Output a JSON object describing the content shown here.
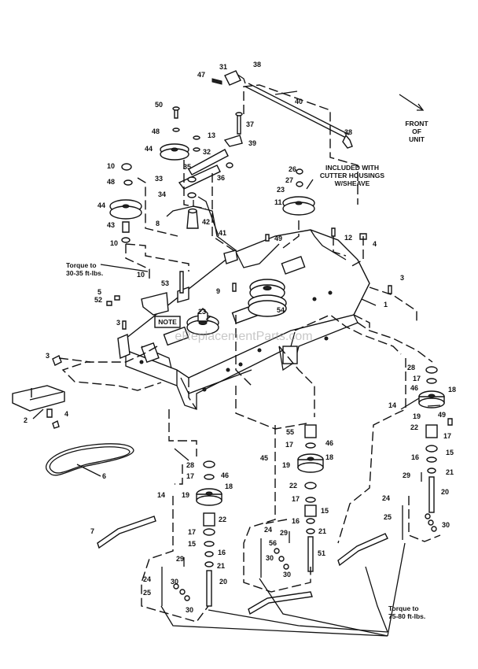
{
  "watermark": "eReplacementParts.com",
  "notes": {
    "front_line1": "FRONT",
    "front_line2": "OF",
    "front_line3": "UNIT",
    "included_line1": "INCLUDED WITH",
    "included_line2": "CUTTER HOUSINGS",
    "included_line3": "W/SHEAVE",
    "torque1_line1": "Torque to",
    "torque1_line2": "30-35 ft-lbs.",
    "torque2_line1": "Torque to",
    "torque2_line2": "75-80 ft-lbs.",
    "note_tag": "NOTE"
  },
  "callouts": {
    "p1": "1",
    "p2": "2",
    "p3a": "3",
    "p3b": "3",
    "p3c": "3",
    "p4a": "4",
    "p4b": "4",
    "p5": "5",
    "p6": "6",
    "p7": "7",
    "p8": "8",
    "p9": "9",
    "p10a": "10",
    "p10b": "10",
    "p10c": "10",
    "p11": "11",
    "p12": "12",
    "p13": "13",
    "p14a": "14",
    "p14b": "14",
    "p15a": "15",
    "p15b": "15",
    "p15c": "15",
    "p16a": "16",
    "p16b": "16",
    "p16c": "16",
    "p17a": "17",
    "p17b": "17",
    "p17c": "17",
    "p17d": "17",
    "p17e": "17",
    "p17f": "17",
    "p18a": "18",
    "p18b": "18",
    "p18c": "18",
    "p19a": "19",
    "p19b": "19",
    "p19c": "19",
    "p20a": "20",
    "p20b": "20",
    "p21a": "21",
    "p21b": "21",
    "p21c": "21",
    "p22a": "22",
    "p22b": "22",
    "p22c": "22",
    "p23a": "23",
    "p23b": "23",
    "p24a": "24",
    "p24b": "24",
    "p24c": "24",
    "p25a": "25",
    "p25b": "25",
    "p26": "26",
    "p27": "27",
    "p28a": "28",
    "p28b": "28",
    "p29a": "29",
    "p29b": "29",
    "p29c": "29",
    "p30a": "30",
    "p30b": "30",
    "p30c": "30",
    "p30d": "30",
    "p30e": "30",
    "p31": "31",
    "p32": "32",
    "p33": "33",
    "p34": "34",
    "p35": "35",
    "p36": "36",
    "p37": "37",
    "p38a": "38",
    "p38b": "38",
    "p39": "39",
    "p40": "40",
    "p41": "41",
    "p42": "42",
    "p43": "43",
    "p44a": "44",
    "p44b": "44",
    "p45": "45",
    "p46a": "46",
    "p46b": "46",
    "p46c": "46",
    "p47": "47",
    "p48a": "48",
    "p48b": "48",
    "p49a": "49",
    "p49b": "49",
    "p50": "50",
    "p51": "51",
    "p52": "52",
    "p53": "53",
    "p54": "54",
    "p55": "55",
    "p56": "56"
  }
}
